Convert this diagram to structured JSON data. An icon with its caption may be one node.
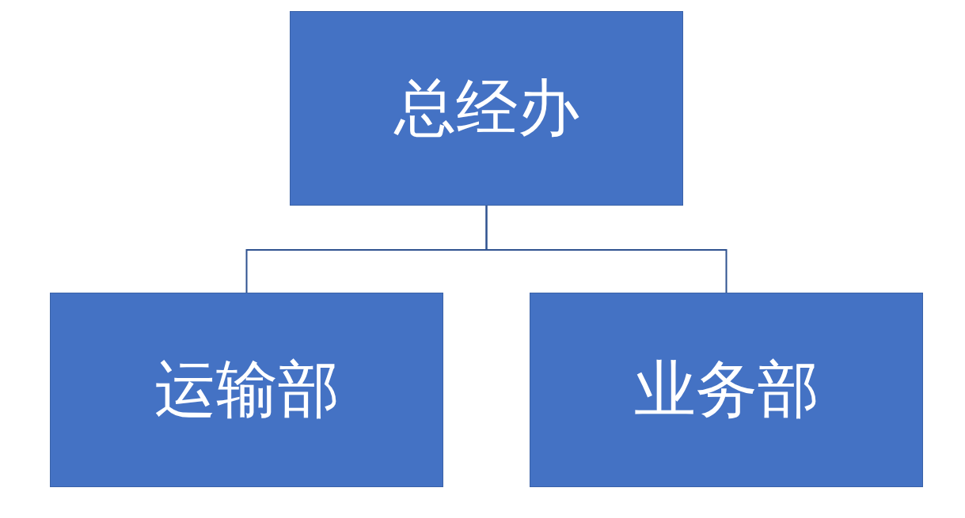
{
  "diagram": {
    "nodes": [
      {
        "text": [
          "总经办"
        ]
      },
      {
        "text": [
          "运输部"
        ]
      },
      {
        "text": [
          "业务部"
        ]
      }
    ],
    "edges": [
      {
        "from": 0,
        "to": 1,
        "arrow": "none"
      },
      {
        "from": 0,
        "to": 2,
        "arrow": "none"
      }
    ]
  }
}
